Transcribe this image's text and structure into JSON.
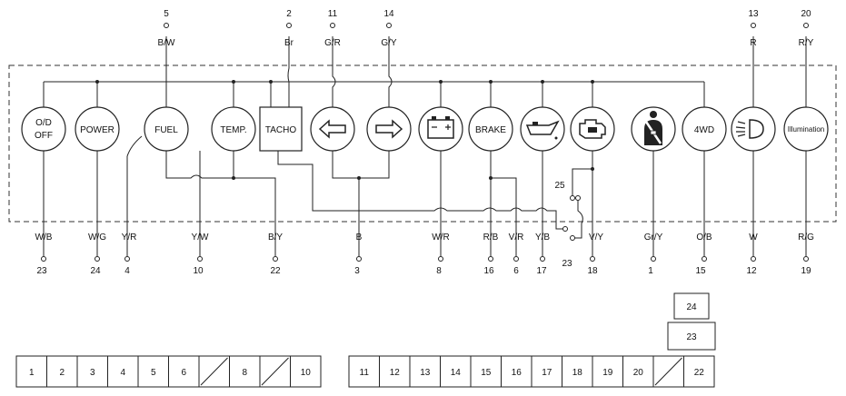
{
  "components": [
    {
      "id": "od_off",
      "label": "O/D\nOFF",
      "icon": ""
    },
    {
      "id": "power",
      "label": "POWER",
      "icon": ""
    },
    {
      "id": "fuel",
      "label": "FUEL",
      "icon": ""
    },
    {
      "id": "temp",
      "label": "TEMP.",
      "icon": ""
    },
    {
      "id": "tacho",
      "label": "TACHO",
      "icon": ""
    },
    {
      "id": "turn_left",
      "label": "",
      "icon": "arrow-left-icon"
    },
    {
      "id": "turn_right",
      "label": "",
      "icon": "arrow-right-icon"
    },
    {
      "id": "charge",
      "label": "",
      "icon": "battery-icon"
    },
    {
      "id": "brake",
      "label": "BRAKE",
      "icon": ""
    },
    {
      "id": "oil",
      "label": "",
      "icon": "oil-can-icon"
    },
    {
      "id": "engine",
      "label": "",
      "icon": "engine-icon"
    },
    {
      "id": "seatbelt",
      "label": "",
      "icon": "seatbelt-icon"
    },
    {
      "id": "fourwd",
      "label": "4WD",
      "icon": ""
    },
    {
      "id": "headlight",
      "label": "",
      "icon": "headlight-icon"
    },
    {
      "id": "illum",
      "label": "Illumination",
      "icon": ""
    }
  ],
  "top_terminals": [
    {
      "num": "5",
      "color": "B/W"
    },
    {
      "num": "2",
      "color": "Br"
    },
    {
      "num": "11",
      "color": "G/R"
    },
    {
      "num": "14",
      "color": "G/Y"
    },
    {
      "num": "13",
      "color": "R"
    },
    {
      "num": "20",
      "color": "R/Y"
    }
  ],
  "bottom_terminals": [
    {
      "num": "23",
      "color": "W/B"
    },
    {
      "num": "24",
      "color": "W/G"
    },
    {
      "num": "4",
      "color": "Y/R"
    },
    {
      "num": "10",
      "color": "Y/W"
    },
    {
      "num": "22",
      "color": "B/Y"
    },
    {
      "num": "3",
      "color": "B"
    },
    {
      "num": "8",
      "color": "W/R"
    },
    {
      "num": "16",
      "color": "R/B"
    },
    {
      "num": "6",
      "color": "V/R"
    },
    {
      "num": "17",
      "color": "Y/B"
    },
    {
      "num": "23",
      "color": ""
    },
    {
      "num": "18",
      "color": "V/Y"
    },
    {
      "num": "1",
      "color": "Gr/Y"
    },
    {
      "num": "15",
      "color": "O/B"
    },
    {
      "num": "12",
      "color": "W"
    },
    {
      "num": "19",
      "color": "R/G"
    }
  ],
  "switch_label": "25",
  "connector_small": [
    "24",
    "23"
  ],
  "connector_left": [
    "1",
    "2",
    "3",
    "4",
    "5",
    "6",
    "",
    "8",
    "",
    "10"
  ],
  "connector_right": [
    "11",
    "12",
    "13",
    "14",
    "15",
    "16",
    "17",
    "18",
    "19",
    "20",
    "",
    "22"
  ]
}
